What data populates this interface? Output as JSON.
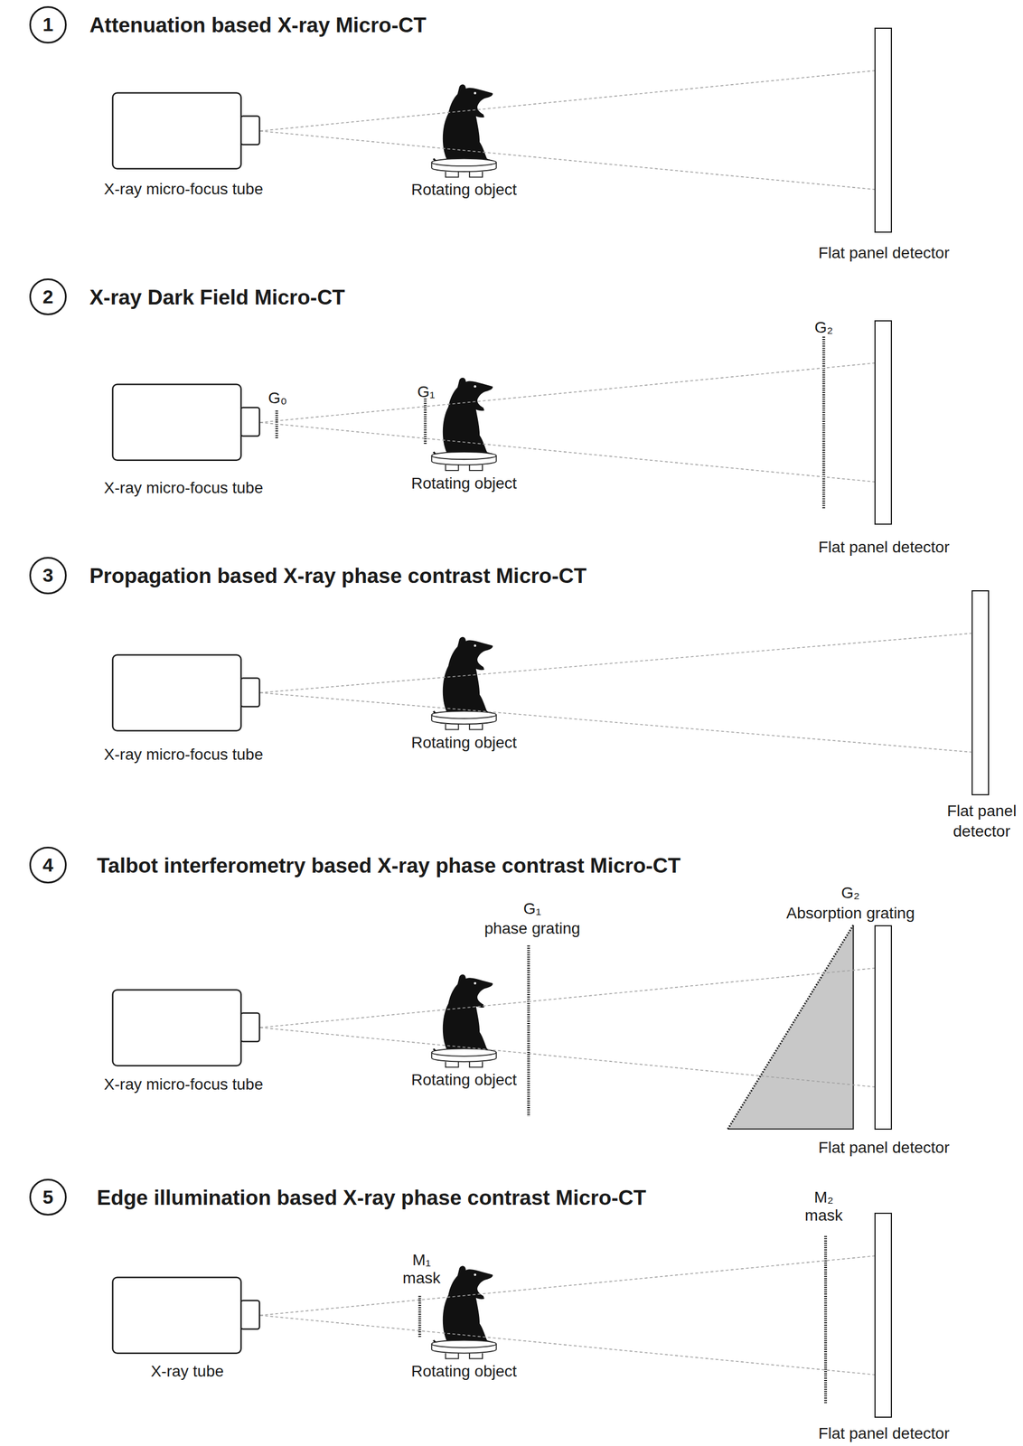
{
  "diagram": {
    "nodes": [
      {
        "text": [
          "1"
        ]
      },
      {
        "text": [
          "X-ray micro-focus tube"
        ]
      },
      {
        "text": [
          "Flat panel detector"
        ]
      },
      {
        "text": [
          "2"
        ]
      },
      {
        "text": [
          "X-ray micro-focus tube"
        ]
      },
      {
        "text": [
          "Flat panel detector"
        ]
      },
      {
        "text": [
          "3"
        ]
      },
      {
        "text": [
          "X-ray micro-focus tube"
        ]
      },
      {
        "text": [
          "Flat panel detector"
        ]
      },
      {
        "text": [
          "4"
        ]
      },
      {
        "text": [
          "X-ray micro-focus tube"
        ]
      },
      {
        "text": [
          "Flat panel detector"
        ]
      },
      {
        "text": [
          "5"
        ]
      },
      {
        "text": [
          "X-ray tube"
        ]
      },
      {
        "text": [
          "Flat panel detector"
        ]
      }
    ],
    "edges": [
      {
        "from": 1,
        "to": 2,
        "arrow": "none"
      },
      {
        "from": 1,
        "to": 2,
        "arrow": "none"
      },
      {
        "from": 4,
        "to": 5,
        "arrow": "none"
      },
      {
        "from": 4,
        "to": 5,
        "arrow": "none"
      },
      {
        "from": 7,
        "to": 8,
        "arrow": "none"
      },
      {
        "from": 7,
        "to": 8,
        "arrow": "none"
      },
      {
        "from": 10,
        "to": 11,
        "arrow": "none"
      },
      {
        "from": 10,
        "to": 11,
        "arrow": "none"
      },
      {
        "from": 13,
        "to": 14,
        "arrow": "none"
      },
      {
        "from": 13,
        "to": 14,
        "arrow": "none"
      }
    ],
    "labels": [
      "Attenuation based X-ray Micro-CT",
      "Rotating object",
      "X-ray Dark Field Micro-CT",
      "G₂",
      "G₀",
      "G₁",
      "Rotating object",
      "Propagation based X-ray phase contrast Micro-CT",
      "Rotating object",
      "Talbot interferometry based X-ray phase contrast Micro-CT",
      "G₁",
      "phase grating",
      "G₂",
      "Absorption grating",
      "Rotating object",
      "Edge illumination based X-ray phase contrast Micro-CT",
      "M₂",
      "mask",
      "M₁",
      "mask",
      "Rotating object"
    ]
  }
}
